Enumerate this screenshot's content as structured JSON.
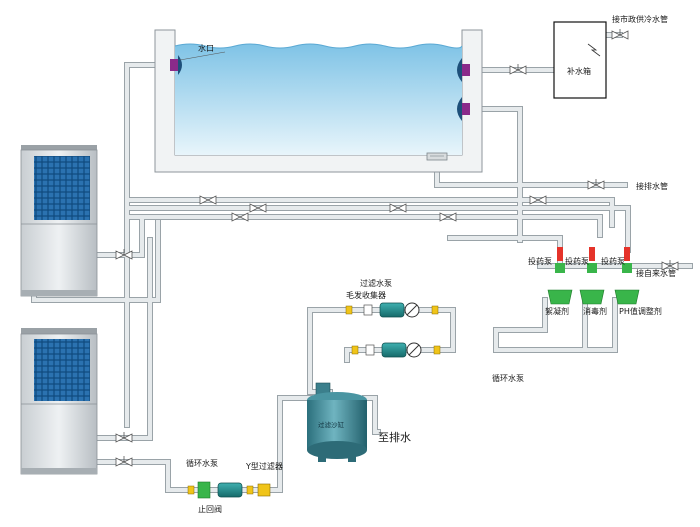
{
  "labels": {
    "water_outlet": "水口",
    "municipal_cold_water": "接市政供冷水管",
    "makeup_tank": "补水箱",
    "drain_pipe": "接排水管",
    "dosing_pump_1": "投药泵",
    "dosing_pump_2": "投药泵",
    "dosing_pump_3": "投药泵",
    "tap_water": "接自来水管",
    "flocculant": "絮凝剂",
    "disinfectant": "消毒剂",
    "ph_regulator": "PH值调整剂",
    "filter_pump": "过滤水泵",
    "hair_collector": "毛发收集器",
    "circulating_pump_right": "循环水泵",
    "sand_tank": "过滤沙缸",
    "to_drain": "至排水",
    "circulating_pump_bottom": "循环水泵",
    "y_filter": "Y型过滤器",
    "check_valve": "止回阀"
  },
  "colors": {
    "pipe": "#dfe4e7",
    "pipe_edge": "#9aa3a8",
    "water": "#a9d8ee",
    "valve_red": "#e5332a",
    "valve_green": "#39b54a",
    "pump_teal": "#1f8a8a",
    "heat_pump_fan": "#16578f",
    "sand_tank": "#3f8a98"
  }
}
